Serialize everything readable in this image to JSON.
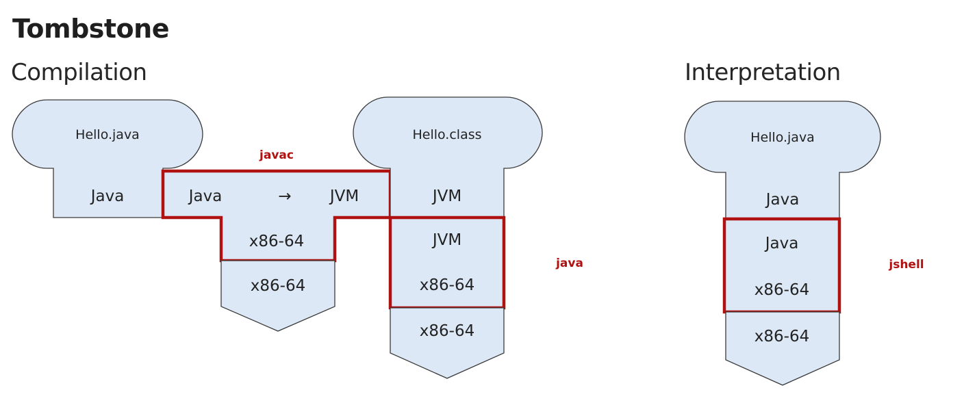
{
  "title": "Tombstone",
  "sections": {
    "compilation": "Compilation",
    "interpretation": "Interpretation"
  },
  "compilation": {
    "program": {
      "name": "Hello.java",
      "language": "Java"
    },
    "compiler": {
      "tool": "javac",
      "source": "Java",
      "arrow": "→",
      "target": "JVM",
      "impl_language": "x86-64"
    },
    "machine": "x86-64",
    "output_program": {
      "name": "Hello.class",
      "language": "JVM"
    },
    "runtime": {
      "tool": "java",
      "source": "JVM",
      "impl_language": "x86-64"
    },
    "runtime_machine": "x86-64"
  },
  "interpretation": {
    "program": {
      "name": "Hello.java",
      "language": "Java"
    },
    "interpreter": {
      "tool": "jshell",
      "source": "Java",
      "impl_language": "x86-64"
    },
    "machine": "x86-64"
  },
  "colors": {
    "shape_fill": "#dde8f6",
    "outline": "#3a3a3a",
    "highlight": "#b01212"
  }
}
